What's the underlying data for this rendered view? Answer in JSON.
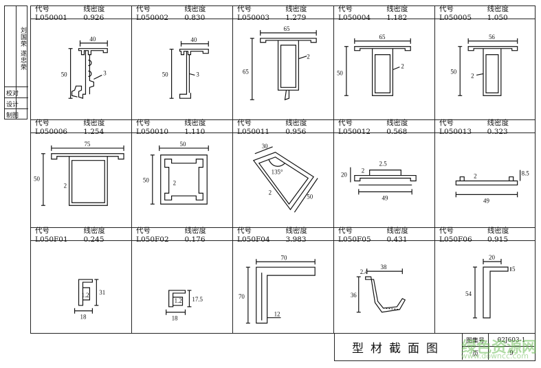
{
  "sidebar": {
    "labels": [
      "校对",
      "设计",
      "制图"
    ],
    "signature": "刘国荣 遂忠荣"
  },
  "drawings": [
    {
      "code": "代号 L050001",
      "density": "线密度 0.926",
      "dims": [
        "40",
        "50",
        "3"
      ]
    },
    {
      "code": "代号 L050002",
      "density": "线密度 0.830",
      "dims": [
        "40",
        "50",
        "3"
      ]
    },
    {
      "code": "代号 L050003",
      "density": "线密度 1.279",
      "dims": [
        "65",
        "65",
        "2"
      ]
    },
    {
      "code": "代号 L050004",
      "density": "线密度 1.182",
      "dims": [
        "65",
        "50",
        "2"
      ]
    },
    {
      "code": "代号 L050005",
      "density": "线密度 1.050",
      "dims": [
        "56",
        "50",
        "2"
      ]
    },
    {
      "code": "代号 L050006",
      "density": "线密度 1.254",
      "dims": [
        "75",
        "50",
        "2"
      ]
    },
    {
      "code": "代号 L050010",
      "density": "线密度 1.110",
      "dims": [
        "50",
        "50",
        "2"
      ]
    },
    {
      "code": "代号 L050011",
      "density": "线密度 0.956",
      "dims": [
        "30",
        "135°",
        "50",
        "2"
      ]
    },
    {
      "code": "代号 L050012",
      "density": "线密度 0.568",
      "dims": [
        "20",
        "2.5",
        "2",
        "49"
      ]
    },
    {
      "code": "代号 L050013",
      "density": "线密度 0.323",
      "dims": [
        "8.5",
        "2",
        "49"
      ]
    },
    {
      "code": "代号 L050F01",
      "density": "线密度 0.245",
      "dims": [
        "1.2",
        "31",
        "18"
      ]
    },
    {
      "code": "代号 L050F02",
      "density": "线密度 0.176",
      "dims": [
        "1.2",
        "17.5",
        "18"
      ]
    },
    {
      "code": "代号 L050F04",
      "density": "线密度 3.983",
      "dims": [
        "70",
        "70",
        "12"
      ]
    },
    {
      "code": "代号 L050F05",
      "density": "线密度 0.431",
      "dims": [
        "2.4",
        "38",
        "36"
      ]
    },
    {
      "code": "代号 L050F06",
      "density": "线密度 0.915",
      "dims": [
        "20",
        "5",
        "54"
      ]
    }
  ],
  "title_block": {
    "title": "型材截面图",
    "atlas_label": "图集号",
    "atlas_value": "02J603-1",
    "page_label": "页",
    "page_value": "9"
  },
  "watermark": {
    "text": "绿色资源网",
    "url": "www.downcc.com"
  }
}
